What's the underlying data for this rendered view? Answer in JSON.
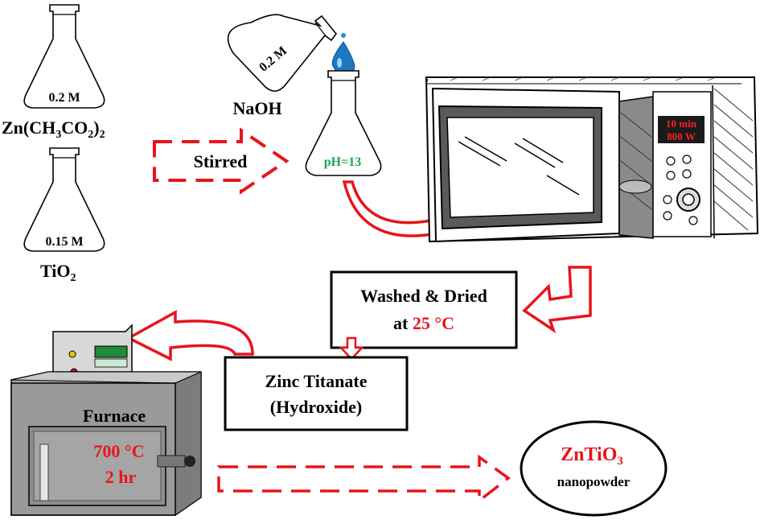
{
  "flasks": {
    "zinc_acetate": {
      "conc": "0.2 M",
      "formula_pre": "Zn(CH",
      "formula_sub1": "3",
      "formula_mid": "CO",
      "formula_sub2": "2",
      "formula_post": ")",
      "formula_sub3": "2"
    },
    "tio2": {
      "conc": "0.15 M",
      "formula_pre": "TiO",
      "formula_sub": "2"
    },
    "naoh": {
      "conc": "0.2 M",
      "name": "NaOH"
    },
    "mix": {
      "ph": "pH=13"
    }
  },
  "steps": {
    "stirred": "Stirred",
    "washed_line1": "Washed & Dried",
    "washed_line2_pre": "at ",
    "washed_temp": "25 °C",
    "zinc_line1": "Zinc Titanate",
    "zinc_line2": "(Hydroxide)"
  },
  "microwave": {
    "display_line1": "10 min",
    "display_line2": "800 W"
  },
  "furnace": {
    "title": "Furnace",
    "temp": "700 °C",
    "time": "2 hr"
  },
  "product": {
    "formula_pre": "ZnTiO",
    "formula_sub": "3",
    "name": "nanopowder"
  },
  "colors": {
    "accent_red": "#e8141c",
    "ph_green": "#1aa84a",
    "furnace_gray": "#9a9a9a",
    "ink": "#000000"
  }
}
